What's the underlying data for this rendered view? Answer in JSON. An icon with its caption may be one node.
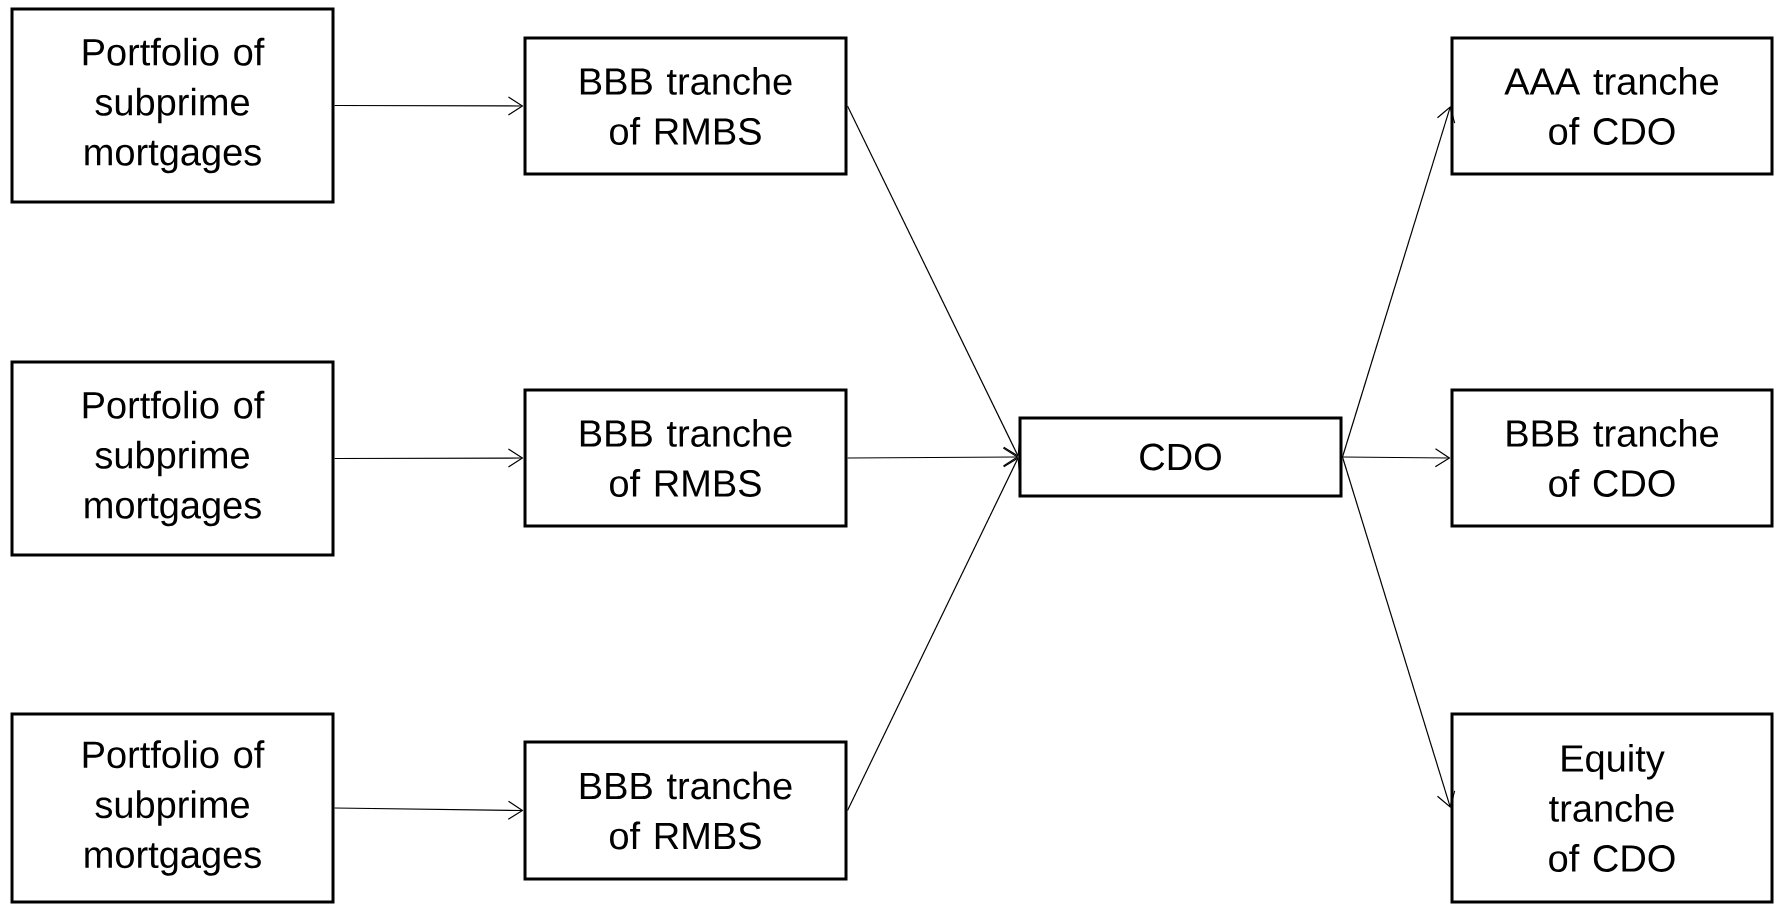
{
  "diagram": {
    "nodes": [
      {
        "text": [
          "Portfolio of subprime mortgages"
        ]
      },
      {
        "text": [
          "BBB tranche of RMBS"
        ]
      },
      {
        "text": [
          "Portfolio of subprime mortgages"
        ]
      },
      {
        "text": [
          "BBB tranche of RMBS"
        ]
      },
      {
        "text": [
          "Portfolio of subprime mortgages"
        ]
      },
      {
        "text": [
          "BBB tranche of RMBS"
        ]
      },
      {
        "text": [
          "CDO"
        ]
      },
      {
        "text": [
          "AAA tranche of CDO"
        ]
      },
      {
        "text": [
          "BBB tranche of CDO"
        ]
      },
      {
        "text": [
          "Equity tranche of CDO"
        ]
      }
    ],
    "edges": [
      {
        "from": 0,
        "to": 1,
        "arrow": "to"
      },
      {
        "from": 2,
        "to": 3,
        "arrow": "to"
      },
      {
        "from": 4,
        "to": 5,
        "arrow": "to"
      },
      {
        "from": 1,
        "to": 6,
        "arrow": "to"
      },
      {
        "from": 3,
        "to": 6,
        "arrow": "to"
      },
      {
        "from": 5,
        "to": 6,
        "arrow": "to"
      },
      {
        "from": 6,
        "to": 7,
        "arrow": "to"
      },
      {
        "from": 6,
        "to": 8,
        "arrow": "to"
      },
      {
        "from": 6,
        "to": 9,
        "arrow": "to"
      }
    ]
  }
}
